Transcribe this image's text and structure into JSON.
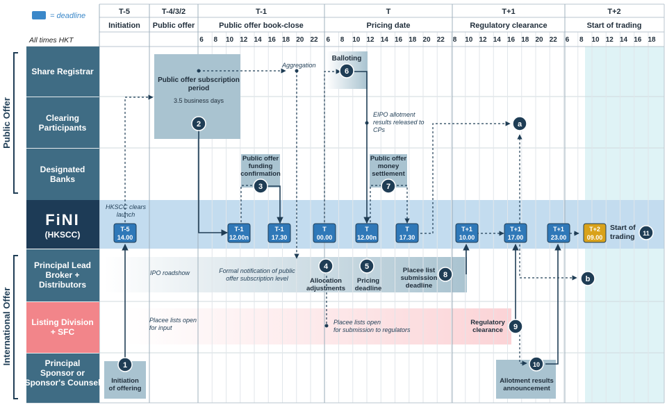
{
  "legend": {
    "label": "= deadline"
  },
  "note": "All times HKT",
  "day_headers": [
    {
      "label": "T-5"
    },
    {
      "label": "T-4/3/2"
    },
    {
      "label": "T-1"
    },
    {
      "label": "T"
    },
    {
      "label": "T+1"
    },
    {
      "label": "T+2"
    }
  ],
  "phase_headers": [
    {
      "label": "Initiation"
    },
    {
      "label": "Public offer"
    },
    {
      "label": "Public offer book-close"
    },
    {
      "label": "Pricing date"
    },
    {
      "label": "Regulatory clearance"
    },
    {
      "label": "Start of trading"
    }
  ],
  "hour_ticks": [
    "6",
    "8",
    "10",
    "12",
    "14",
    "16",
    "18",
    "20",
    "22",
    "6",
    "8",
    "10",
    "12",
    "14",
    "16",
    "18",
    "20",
    "22",
    "8",
    "10",
    "12",
    "14",
    "16",
    "18",
    "20",
    "22",
    "6",
    "8",
    "10",
    "12",
    "14",
    "16",
    "18"
  ],
  "groups": [
    {
      "label": "Public Offer"
    },
    {
      "label": "International Offer"
    }
  ],
  "rows": [
    {
      "label": "Share Registrar"
    },
    {
      "label": "Clearing Participants"
    },
    {
      "label": "Designated Banks"
    },
    {
      "label": "(HKSCC)",
      "logo": "FiNI"
    },
    {
      "label": "Principal Lead Broker + Distributors"
    },
    {
      "label": "Listing Division + SFC"
    },
    {
      "label": "Principal Sponsor or Sponsor's Counsel"
    }
  ],
  "subscription": {
    "title": "Public offer subscription period",
    "sub": "3.5 business days"
  },
  "boxes": {
    "funding": "Public offer funding confirmation",
    "settlement": "Public offer money settlement",
    "balloting": "Balloting",
    "initiation": "Initiation of offering",
    "allotment": "Allotment results announcement"
  },
  "annotations": {
    "aggregation": "Aggregation",
    "eipo": "EIPO allotment results released to CPs",
    "clears": "HKSCC clears launch",
    "roadshow": "IPO roadshow",
    "formal": "Formal notification of public offer subscription level",
    "allocation": "Allocation adjustments",
    "pricing": "Pricing deadline",
    "placee_deadline": "Placee list submission deadline",
    "placee_open": "Placee lists open for input",
    "placee_reg": "Placee lists open for submission to regulators",
    "regulatory": "Regulatory clearance",
    "start": "Start of trading"
  },
  "deadlines": [
    {
      "day": "T-5",
      "time": "14.00"
    },
    {
      "day": "T-1",
      "time": "12.00n"
    },
    {
      "day": "T-1",
      "time": "17.30"
    },
    {
      "day": "T",
      "time": "00.00"
    },
    {
      "day": "T",
      "time": "12.00n"
    },
    {
      "day": "T",
      "time": "17.30"
    },
    {
      "day": "T+1",
      "time": "10.00"
    },
    {
      "day": "T+1",
      "time": "17.00"
    },
    {
      "day": "T+1",
      "time": "23.00"
    },
    {
      "day": "T+2",
      "time": "09.00"
    }
  ],
  "steps": [
    "1",
    "2",
    "3",
    "4",
    "5",
    "6",
    "7",
    "8",
    "9",
    "10",
    "11",
    "a",
    "b"
  ],
  "colors": {
    "row_header": "#3f6c84",
    "fini_band": "#c3dcef",
    "regulator": "#f2858a",
    "deadline": "#2f78b8",
    "trading": "#d9a21a"
  }
}
